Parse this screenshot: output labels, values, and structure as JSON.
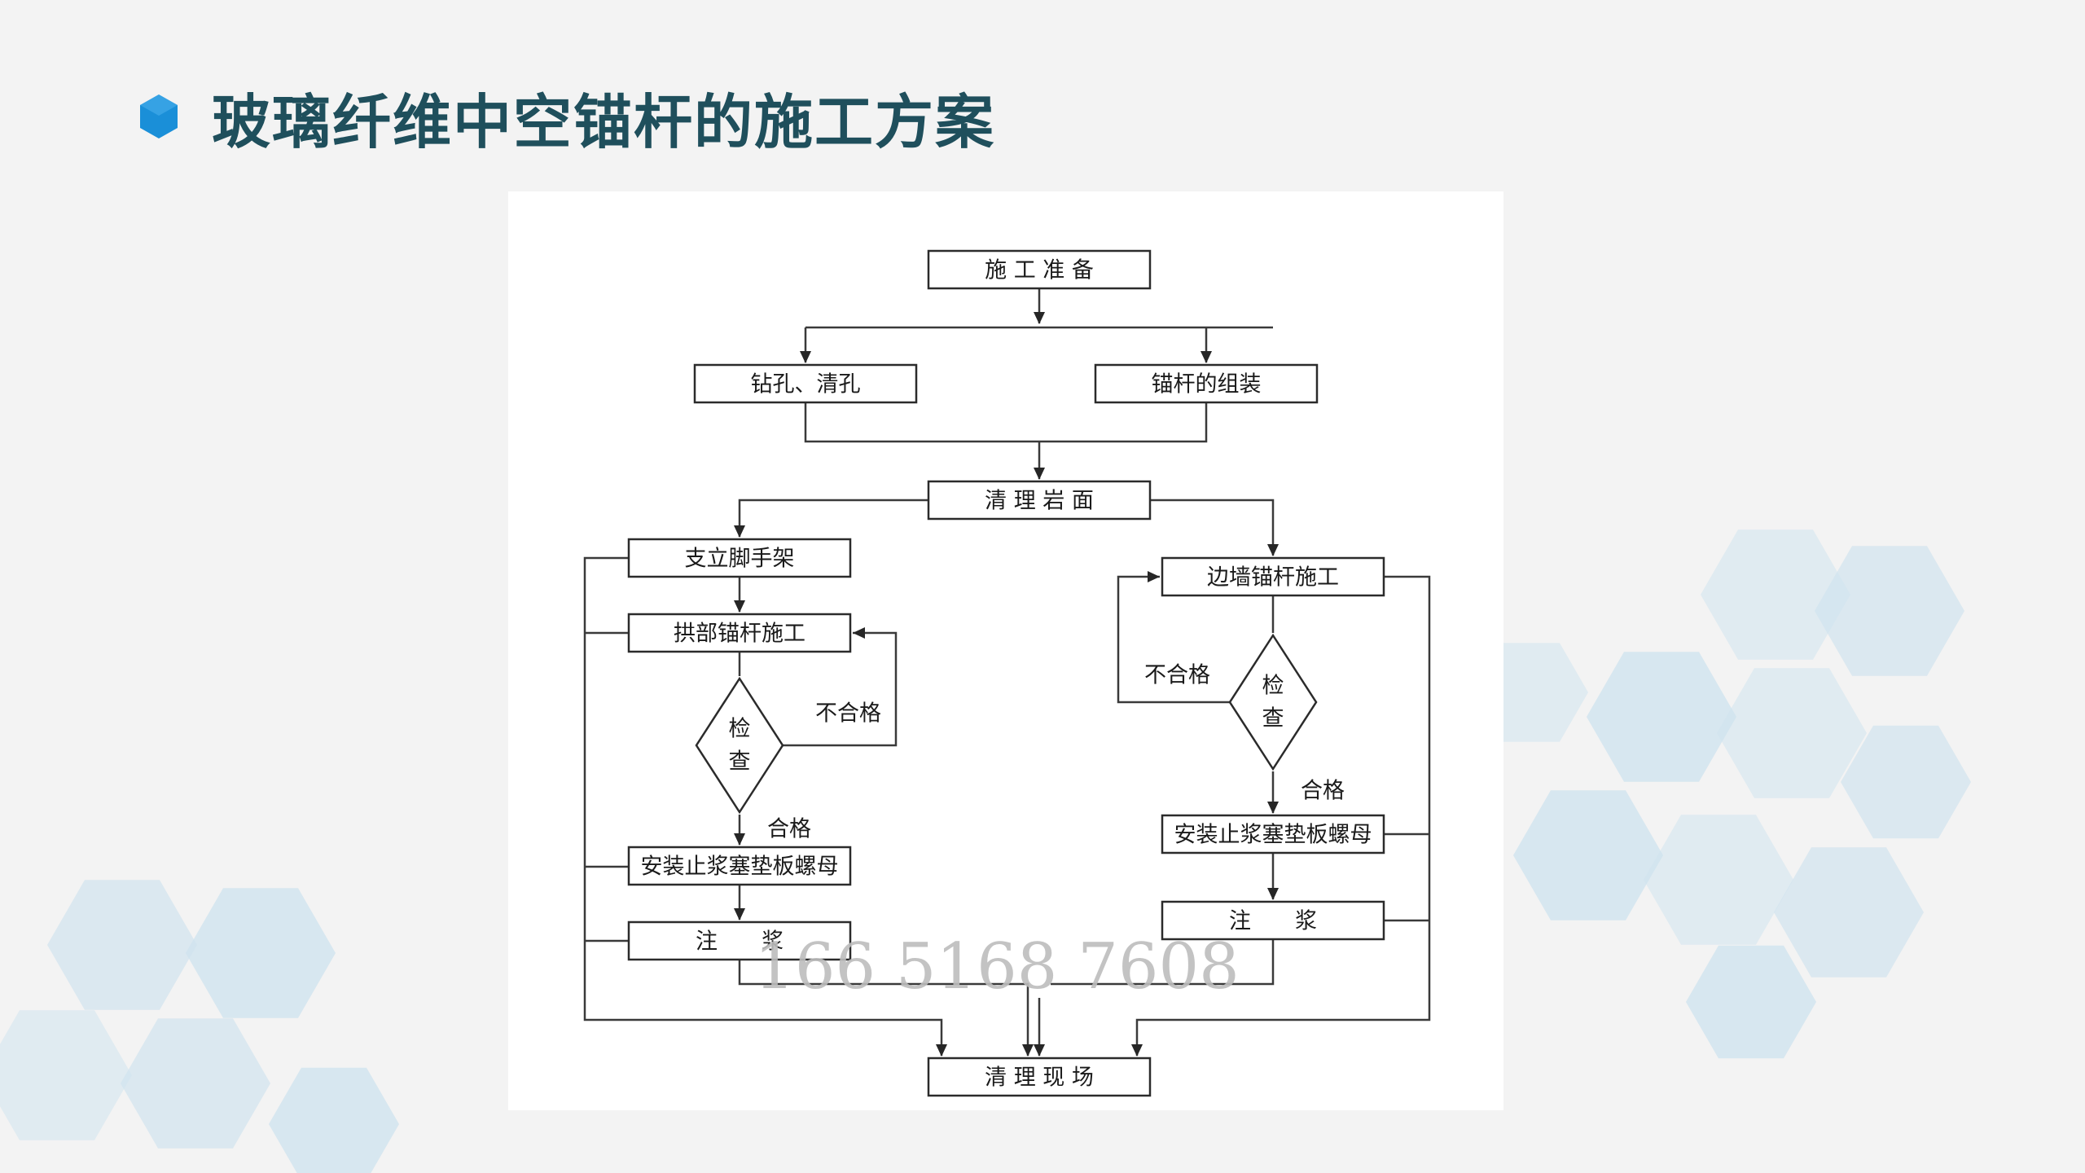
{
  "slide": {
    "title": "玻璃纤维中空锚杆的施工方案",
    "accent_color": "#1a8fd8",
    "title_color": "#1f4f5c",
    "title_icon": "blue-hexagon-icon",
    "background_decoration": "light-blue-hexagon-pattern"
  },
  "flowchart": {
    "nodes": {
      "prepare": "施 工 准 备",
      "drill": "钻孔、清孔",
      "assemble": "锚杆的组装",
      "clean_rock": "清 理 岩 面",
      "scaffold": "支立脚手架",
      "arch_bolt": "拱部锚杆施工",
      "arch_check": "检\n查",
      "arch_install": "安装止浆塞垫板螺母",
      "arch_grout": "注　　浆",
      "wall_bolt": "边墙锚杆施工",
      "wall_check": "检\n查",
      "wall_install": "安装止浆塞垫板螺母",
      "wall_grout": "注　　浆",
      "clean_site": "清 理 现 场"
    },
    "edge_labels": {
      "arch_fail": "不合格",
      "arch_pass": "合格",
      "wall_fail": "不合格",
      "wall_pass": "合格"
    },
    "watermark": "166 5168 7608"
  }
}
